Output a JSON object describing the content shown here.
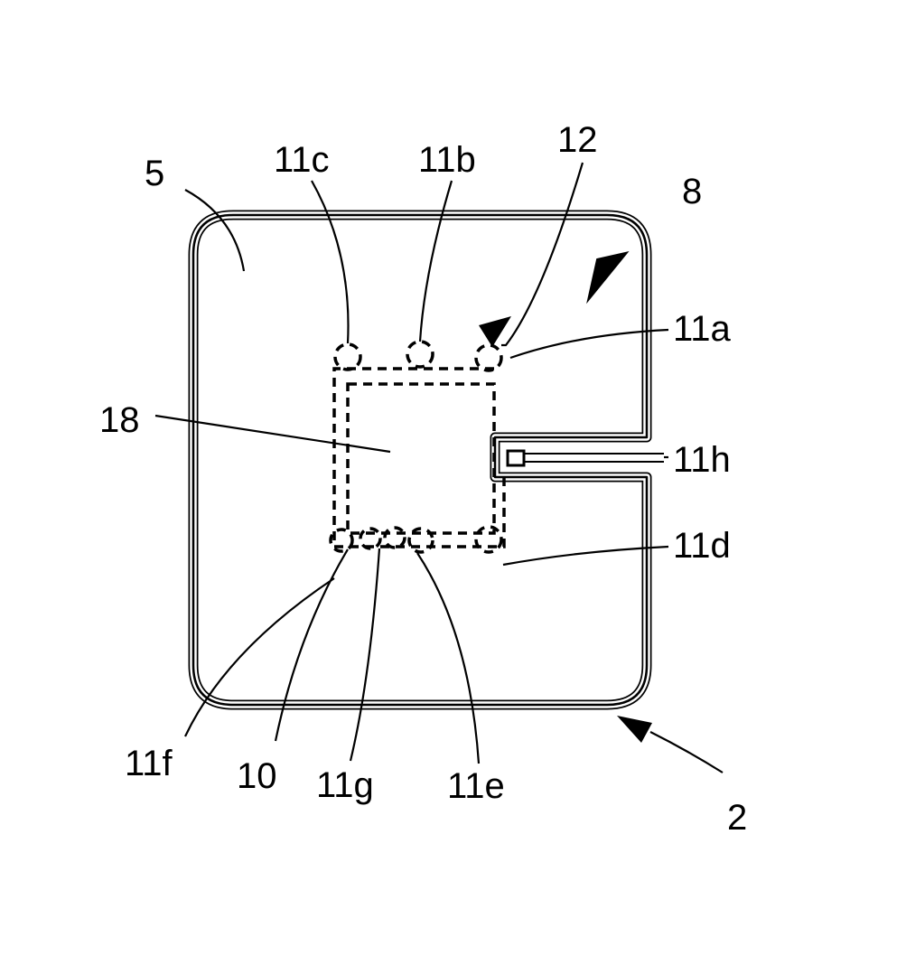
{
  "figure": {
    "labels": {
      "l5": "5",
      "l11c": "11c",
      "l11b": "11b",
      "l12": "12",
      "l8": "8",
      "l11a": "11a",
      "l18": "18",
      "l11h": "11h",
      "l11d": "11d",
      "l11f": "11f",
      "l10": "10",
      "l11g": "11g",
      "l11e": "11e",
      "l2": "2"
    }
  }
}
